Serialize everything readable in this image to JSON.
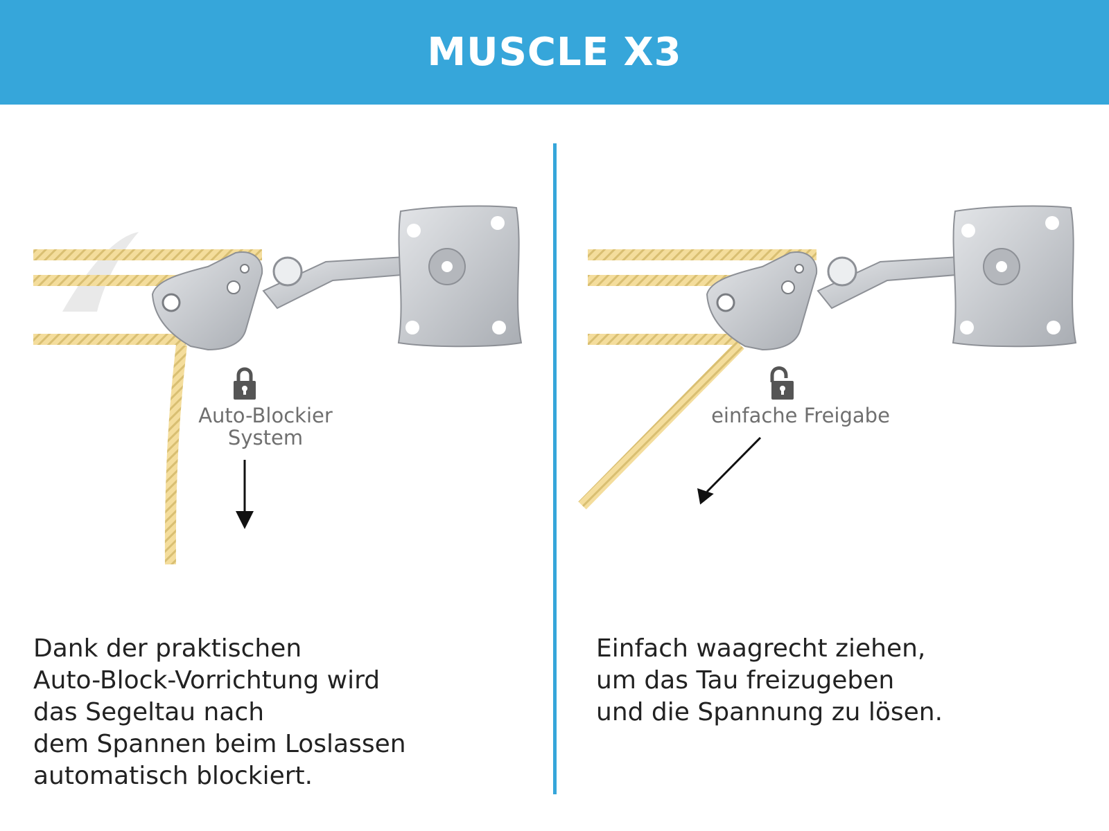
{
  "header": {
    "title": "MUSCLE X3",
    "bg_color": "#36a6da"
  },
  "panels": [
    {
      "icon": "lock-closed-icon",
      "label_lines": [
        "Auto-Blockier",
        "System"
      ],
      "arrow": "down-arrow-icon",
      "description_lines": [
        "Dank der praktischen",
        "Auto-Block-Vorrichtung wird",
        "das Segeltau nach",
        "dem Spannen beim Loslassen",
        "automatisch blockiert."
      ]
    },
    {
      "icon": "lock-open-icon",
      "label_lines": [
        "einfache Freigabe"
      ],
      "arrow": "down-left-arrow-icon",
      "description_lines": [
        "Einfach waagrecht ziehen,",
        "um das Tau freizugeben",
        "und die Spannung zu lösen."
      ]
    }
  ],
  "colors": {
    "accent": "#36a6da",
    "rope": "#f3dc9a",
    "metal": "#c9ccd1"
  }
}
